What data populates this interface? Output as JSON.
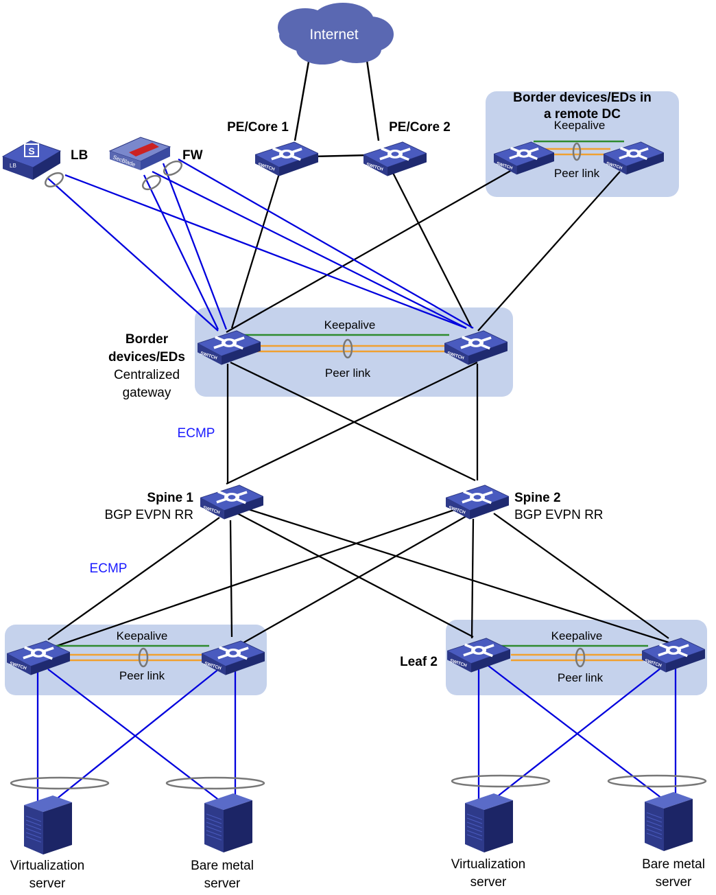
{
  "internet": "Internet",
  "pe1": "PE/Core 1",
  "pe2": "PE/Core 2",
  "lb": "LB",
  "fw": "FW",
  "lb_badge": "LB",
  "fw_badge": "SecBlade",
  "remote": {
    "title1": "Border devices/EDs in",
    "title2": "a remote DC",
    "keepalive": "Keepalive",
    "peer": "Peer link"
  },
  "border": {
    "l1": "Border",
    "l2": "devices/EDs",
    "l3": "Centralized",
    "l4": "gateway",
    "keepalive": "Keepalive",
    "peer": "Peer link"
  },
  "ecmp1": "ECMP",
  "ecmp2": "ECMP",
  "spine1": {
    "name": "Spine 1",
    "role": "BGP EVPN RR"
  },
  "spine2": {
    "name": "Spine 2",
    "role": "BGP EVPN RR"
  },
  "leaf1": {
    "keepalive": "Keepalive",
    "peer": "Peer link"
  },
  "leaf2": {
    "name": "Leaf 2",
    "keepalive": "Keepalive",
    "peer": "Peer link"
  },
  "servers": [
    {
      "l1": "Virtualization",
      "l2": "server"
    },
    {
      "l1": "Bare metal",
      "l2": "server"
    },
    {
      "l1": "Virtualization",
      "l2": "server"
    },
    {
      "l1": "Bare metal",
      "l2": "server"
    }
  ],
  "switch_badge": "SWITCH",
  "colors": {
    "link_black": "#000000",
    "link_blue": "#0000dd",
    "keepalive": "#2e8b2e",
    "peer": "#f0a030",
    "panel": "#c5d2ec",
    "device": "#3a4aa8",
    "cloud": "#5a68b2"
  }
}
